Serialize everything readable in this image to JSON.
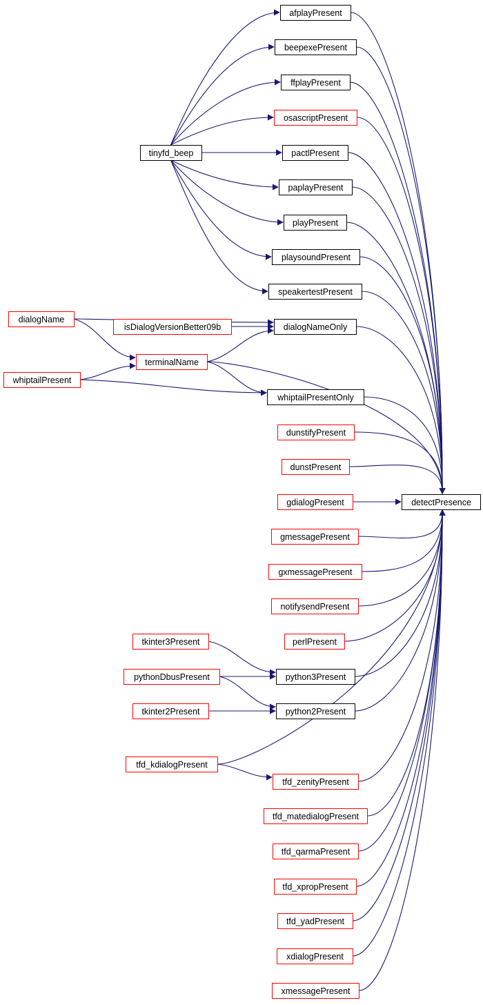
{
  "colors": {
    "edge": "#191970",
    "border_documented": "#000000",
    "border_undocumented": "#ff0000",
    "root_fill": "#bfbfbf",
    "node_fill": "#ffffff"
  },
  "nodes": {
    "detectPresence": {
      "label": "detectPresence",
      "border": "black",
      "root": true
    },
    "afplayPresent": {
      "label": "afplayPresent",
      "border": "black"
    },
    "beepexePresent": {
      "label": "beepexePresent",
      "border": "black"
    },
    "ffplayPresent": {
      "label": "ffplayPresent",
      "border": "black"
    },
    "osascriptPresent": {
      "label": "osascriptPresent",
      "border": "red"
    },
    "pactlPresent": {
      "label": "pactlPresent",
      "border": "black"
    },
    "paplayPresent": {
      "label": "paplayPresent",
      "border": "black"
    },
    "playPresent": {
      "label": "playPresent",
      "border": "black"
    },
    "playsoundPresent": {
      "label": "playsoundPresent",
      "border": "black"
    },
    "speakertestPresent": {
      "label": "speakertestPresent",
      "border": "black"
    },
    "tinyfd_beep": {
      "label": "tinyfd_beep",
      "border": "black"
    },
    "dialogNameOnly": {
      "label": "dialogNameOnly",
      "border": "black"
    },
    "dialogName": {
      "label": "dialogName",
      "border": "red"
    },
    "isDialogVersionBetter09b": {
      "label": "isDialogVersionBetter09b",
      "border": "red"
    },
    "terminalName": {
      "label": "terminalName",
      "border": "red"
    },
    "whiptailPresent": {
      "label": "whiptailPresent",
      "border": "red"
    },
    "whiptailPresentOnly": {
      "label": "whiptailPresentOnly",
      "border": "black"
    },
    "dunstifyPresent": {
      "label": "dunstifyPresent",
      "border": "red"
    },
    "dunstPresent": {
      "label": "dunstPresent",
      "border": "red"
    },
    "gdialogPresent": {
      "label": "gdialogPresent",
      "border": "red"
    },
    "gmessagePresent": {
      "label": "gmessagePresent",
      "border": "red"
    },
    "gxmessagePresent": {
      "label": "gxmessagePresent",
      "border": "red"
    },
    "notifysendPresent": {
      "label": "notifysendPresent",
      "border": "red"
    },
    "perlPresent": {
      "label": "perlPresent",
      "border": "red"
    },
    "tkinter3Present": {
      "label": "tkinter3Present",
      "border": "red"
    },
    "pythonDbusPresent": {
      "label": "pythonDbusPresent",
      "border": "red"
    },
    "tkinter2Present": {
      "label": "tkinter2Present",
      "border": "red"
    },
    "python3Present": {
      "label": "python3Present",
      "border": "black"
    },
    "python2Present": {
      "label": "python2Present",
      "border": "black"
    },
    "tfd_kdialogPresent": {
      "label": "tfd_kdialogPresent",
      "border": "red"
    },
    "tfd_zenityPresent": {
      "label": "tfd_zenityPresent",
      "border": "red"
    },
    "tfd_matedialogPresent": {
      "label": "tfd_matedialogPresent",
      "border": "red"
    },
    "tfd_qarmaPresent": {
      "label": "tfd_qarmaPresent",
      "border": "red"
    },
    "tfd_xpropPresent": {
      "label": "tfd_xpropPresent",
      "border": "red"
    },
    "tfd_yadPresent": {
      "label": "tfd_yadPresent",
      "border": "red"
    },
    "xdialogPresent": {
      "label": "xdialogPresent",
      "border": "red"
    },
    "xmessagePresent": {
      "label": "xmessagePresent",
      "border": "red"
    }
  },
  "edges": [
    {
      "from": "afplayPresent",
      "to": "detectPresence"
    },
    {
      "from": "beepexePresent",
      "to": "detectPresence"
    },
    {
      "from": "ffplayPresent",
      "to": "detectPresence"
    },
    {
      "from": "osascriptPresent",
      "to": "detectPresence"
    },
    {
      "from": "pactlPresent",
      "to": "detectPresence"
    },
    {
      "from": "paplayPresent",
      "to": "detectPresence"
    },
    {
      "from": "playPresent",
      "to": "detectPresence"
    },
    {
      "from": "playsoundPresent",
      "to": "detectPresence"
    },
    {
      "from": "speakertestPresent",
      "to": "detectPresence"
    },
    {
      "from": "dialogNameOnly",
      "to": "detectPresence"
    },
    {
      "from": "terminalName",
      "to": "detectPresence"
    },
    {
      "from": "whiptailPresentOnly",
      "to": "detectPresence"
    },
    {
      "from": "dunstifyPresent",
      "to": "detectPresence"
    },
    {
      "from": "dunstPresent",
      "to": "detectPresence"
    },
    {
      "from": "gdialogPresent",
      "to": "detectPresence"
    },
    {
      "from": "gmessagePresent",
      "to": "detectPresence"
    },
    {
      "from": "gxmessagePresent",
      "to": "detectPresence"
    },
    {
      "from": "notifysendPresent",
      "to": "detectPresence"
    },
    {
      "from": "perlPresent",
      "to": "detectPresence"
    },
    {
      "from": "python3Present",
      "to": "detectPresence"
    },
    {
      "from": "python2Present",
      "to": "detectPresence"
    },
    {
      "from": "tfd_kdialogPresent",
      "to": "detectPresence"
    },
    {
      "from": "tfd_zenityPresent",
      "to": "detectPresence"
    },
    {
      "from": "tfd_matedialogPresent",
      "to": "detectPresence"
    },
    {
      "from": "tfd_qarmaPresent",
      "to": "detectPresence"
    },
    {
      "from": "tfd_xpropPresent",
      "to": "detectPresence"
    },
    {
      "from": "tfd_yadPresent",
      "to": "detectPresence"
    },
    {
      "from": "xdialogPresent",
      "to": "detectPresence"
    },
    {
      "from": "xmessagePresent",
      "to": "detectPresence"
    },
    {
      "from": "tinyfd_beep",
      "to": "afplayPresent"
    },
    {
      "from": "tinyfd_beep",
      "to": "beepexePresent"
    },
    {
      "from": "tinyfd_beep",
      "to": "ffplayPresent"
    },
    {
      "from": "tinyfd_beep",
      "to": "osascriptPresent"
    },
    {
      "from": "tinyfd_beep",
      "to": "pactlPresent"
    },
    {
      "from": "tinyfd_beep",
      "to": "paplayPresent"
    },
    {
      "from": "tinyfd_beep",
      "to": "playPresent"
    },
    {
      "from": "tinyfd_beep",
      "to": "playsoundPresent"
    },
    {
      "from": "tinyfd_beep",
      "to": "speakertestPresent"
    },
    {
      "from": "dialogName",
      "to": "dialogNameOnly"
    },
    {
      "from": "isDialogVersionBetter09b",
      "to": "dialogNameOnly"
    },
    {
      "from": "terminalName",
      "to": "dialogNameOnly"
    },
    {
      "from": "dialogName",
      "to": "terminalName"
    },
    {
      "from": "whiptailPresent",
      "to": "terminalName"
    },
    {
      "from": "terminalName",
      "to": "whiptailPresentOnly"
    },
    {
      "from": "whiptailPresent",
      "to": "whiptailPresentOnly"
    },
    {
      "from": "tkinter3Present",
      "to": "python3Present"
    },
    {
      "from": "pythonDbusPresent",
      "to": "python3Present"
    },
    {
      "from": "pythonDbusPresent",
      "to": "python2Present"
    },
    {
      "from": "tkinter2Present",
      "to": "python2Present"
    },
    {
      "from": "tfd_kdialogPresent",
      "to": "tfd_zenityPresent"
    }
  ]
}
